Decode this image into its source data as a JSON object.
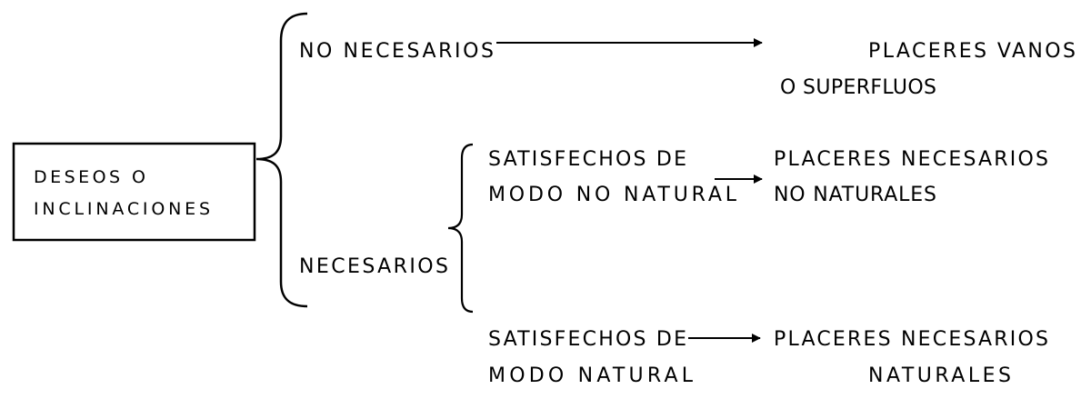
{
  "root": {
    "line1": "DESEOS O",
    "line2": "INCLINACIONES"
  },
  "branches": {
    "no_necesarios": "NO NECESARIOS",
    "necesarios": "NECESARIOS"
  },
  "sub_branches": {
    "no_natural": {
      "line1": "SATISFECHOS DE",
      "line2": "MODO NO NATURAL"
    },
    "natural": {
      "line1": "SATISFECHOS DE",
      "line2": "MODO NATURAL"
    }
  },
  "results": {
    "vanos": {
      "line1": "PLACERES VANOS",
      "line2": "O SUPERFLUOS"
    },
    "necesarios_no_naturales": {
      "line1": "PLACERES NECESARIOS",
      "line2": "NO NATURALES"
    },
    "necesarios_naturales": {
      "line1": "PLACERES NECESARIOS",
      "line2": "NATURALES"
    }
  },
  "colors": {
    "stroke": "#000000",
    "background": "#ffffff"
  }
}
